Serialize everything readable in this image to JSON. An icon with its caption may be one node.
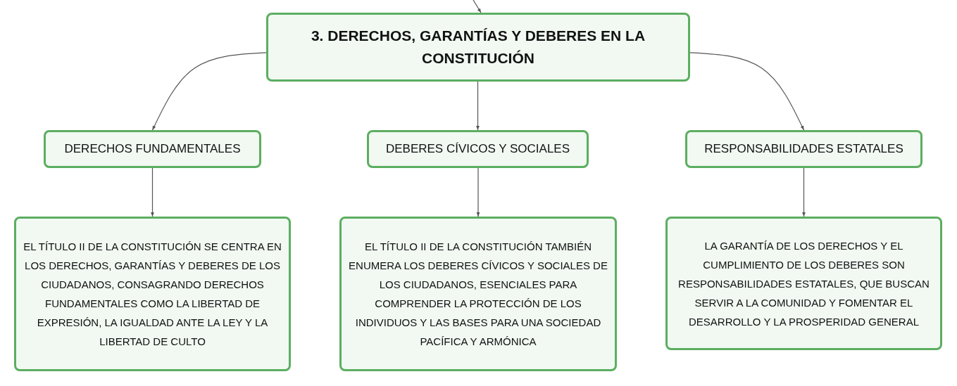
{
  "diagram": {
    "nodes": [
      {
        "text": [
          "3. DERECHOS, GARANTÍAS Y DEBERES EN LA CONSTITUCIÓN"
        ]
      },
      {
        "text": [
          "DERECHOS FUNDAMENTALES"
        ]
      },
      {
        "text": [
          "DEBERES CÍVICOS Y SOCIALES"
        ]
      },
      {
        "text": [
          "RESPONSABILIDADES ESTATALES"
        ]
      },
      {
        "text": [
          "EL TÍTULO II DE LA CONSTITUCIÓN SE CENTRA EN LOS DERECHOS, GARANTÍAS Y DEBERES DE LOS CIUDADANOS, CONSAGRANDO DERECHOS FUNDAMENTALES COMO LA LIBERTAD DE EXPRESIÓN, LA IGUALDAD ANTE LA LEY Y LA LIBERTAD DE CULTO"
        ]
      },
      {
        "text": [
          "EL TÍTULO II DE LA CONSTITUCIÓN TAMBIÉN ENUMERA LOS DEBERES CÍVICOS Y SOCIALES DE LOS CIUDADANOS, ESENCIALES PARA COMPRENDER LA PROTECCIÓN DE LOS INDIVIDUOS Y LAS BASES PARA UNA SOCIEDAD PACÍFICA Y ARMÓNICA"
        ]
      },
      {
        "text": [
          "LA GARANTÍA DE LOS DERECHOS Y EL CUMPLIMIENTO DE LOS DEBERES SON RESPONSABILIDADES ESTATALES, QUE BUSCAN SERVIR A LA COMUNIDAD Y FOMENTAR EL DESARROLLO Y LA PROSPERIDAD GENERAL"
        ]
      }
    ],
    "edges": [
      {
        "from": null,
        "to": 0,
        "arrow": "to"
      },
      {
        "from": 0,
        "to": 1,
        "arrow": "to"
      },
      {
        "from": 0,
        "to": 2,
        "arrow": "to"
      },
      {
        "from": 0,
        "to": 3,
        "arrow": "to"
      },
      {
        "from": 1,
        "to": 4,
        "arrow": "to"
      },
      {
        "from": 2,
        "to": 5,
        "arrow": "to"
      },
      {
        "from": 3,
        "to": 6,
        "arrow": "to"
      }
    ]
  }
}
